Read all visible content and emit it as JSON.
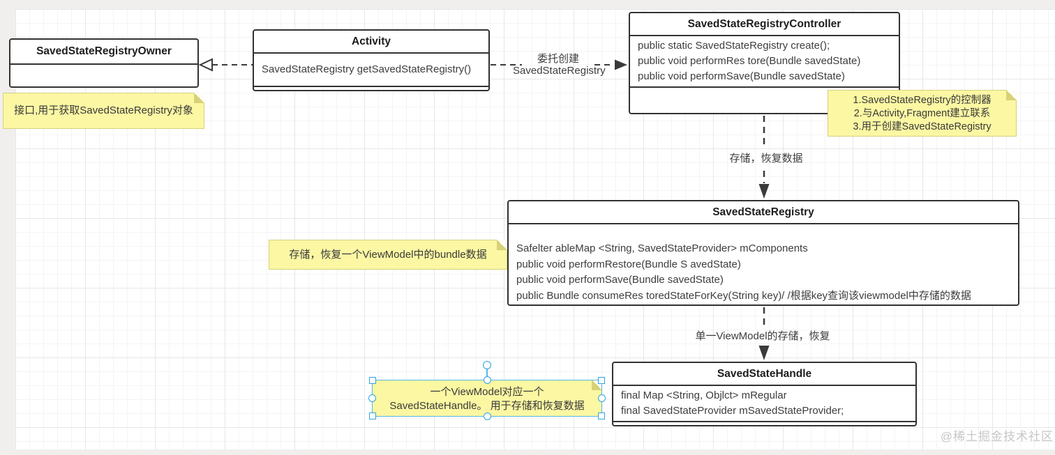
{
  "classes": {
    "owner": {
      "title": "SavedStateRegistryOwner",
      "members": []
    },
    "activity": {
      "title": "Activity",
      "members": [
        "SavedStateRegistry getSavedStateRegistry()"
      ]
    },
    "controller": {
      "title": "SavedStateRegistryController",
      "members": [
        "public static SavedStateRegistry create();",
        "public void performRes tore(Bundle savedState)",
        "public void performSave(Bundle savedState)"
      ]
    },
    "registry": {
      "title": "SavedStateRegistry",
      "members": [
        "Safelter ableMap <String, SavedStateProvider> mComponents",
        "public void performRestore(Bundle S avedState)",
        "public void performSave(Bundle savedState)",
        "public Bundle consumeRes toredStateForKey(String key)/ /根据key查询该viewmodel中存储的数据"
      ]
    },
    "handle": {
      "title": "SavedStateHandle",
      "members": [
        "final Map <String, Objlct> mRegular",
        "final SavedStateProvider mSavedStateProvider;"
      ]
    }
  },
  "notes": {
    "owner_note": {
      "text": "接口,用于获取SavedStateRegistry对象"
    },
    "controller_note": {
      "lines": [
        "1.SavedStateRegistry的控制器",
        "2.与Activity,Fragment建立联系",
        "3.用于创建SavedStateRegistry"
      ]
    },
    "registry_note": {
      "text": "存储，恢复一个ViewModel中的bundle数据"
    },
    "handle_note": {
      "lines": [
        "一个ViewModel对应一个",
        "SavedStateHandle。 用于存储和恢复数据"
      ]
    }
  },
  "edges": {
    "delegate": {
      "lines": [
        "委托创建",
        "SavedStateRegistry"
      ]
    },
    "store_restore": {
      "label": "存储，恢复数据"
    },
    "single_viewmodel": {
      "label": "单一ViewModel的存储，恢复"
    }
  },
  "watermark": "@稀土掘金技术社区",
  "colors": {
    "box_border": "#323232",
    "box_fill": "#ffffff",
    "note_fill": "#fbf7a3",
    "note_fold": "#d8d176",
    "selection_blue": "#55b8e9",
    "connector": "#3a3a3a",
    "watermark_gray": "#c7c7c7"
  }
}
